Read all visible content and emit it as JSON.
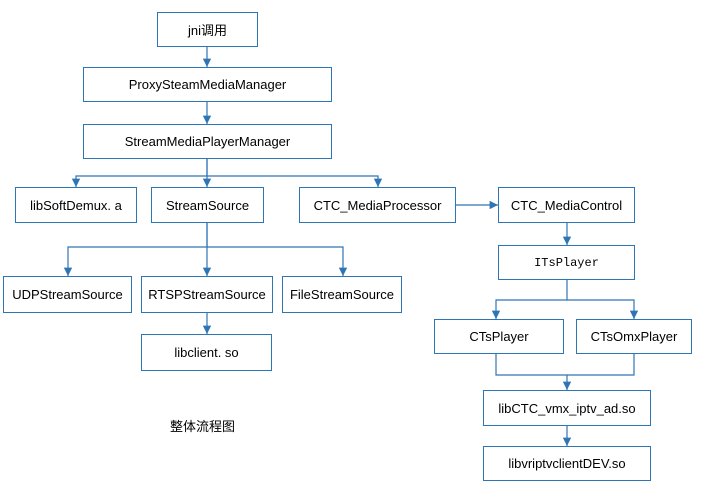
{
  "nodes": {
    "jni": "jni调用",
    "proxy": "ProxySteamMediaManager",
    "player_mgr": "StreamMediaPlayerManager",
    "libsoftdemux": "libSoftDemux. a",
    "streamsource": "StreamSource",
    "ctc_processor": "CTC_MediaProcessor",
    "ctc_control": "CTC_MediaControl",
    "itsplayer": "ITsPlayer",
    "udp": "UDPStreamSource",
    "rtsp": "RTSPStreamSource",
    "file": "FileStreamSource",
    "ctsplayer": "CTsPlayer",
    "ctsomx": "CTsOmxPlayer",
    "libclient": "libclient. so",
    "libctc": "libCTC_vmx_iptv_ad.so",
    "libvrip": "libvriptvclientDEV.so"
  },
  "caption": "整体流程图",
  "colors": {
    "line": "#2e75b6",
    "border": "#2e75b6",
    "text": "#000000"
  }
}
